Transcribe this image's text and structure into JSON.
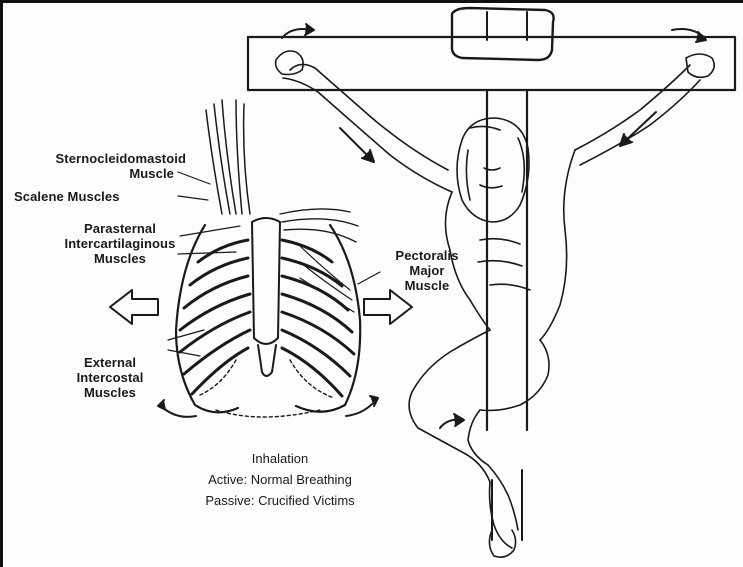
{
  "labels": {
    "sternocleidomastoid_line1": "Sternocleidomastoid",
    "sternocleidomastoid_line2": "Muscle",
    "scalene": "Scalene Muscles",
    "parasternal_line1": "Parasternal",
    "parasternal_line2": "Intercartilaginous",
    "parasternal_line3": "Muscles",
    "pectoralis_line1": "Pectoralis",
    "pectoralis_line2": "Major",
    "pectoralis_line3": "Muscle",
    "external_line1": "External",
    "external_line2": "Intercostal",
    "external_line3": "Muscles"
  },
  "caption": {
    "title": "Inhalation",
    "active": "Active: Normal Breathing",
    "passive": "Passive: Crucified Victims"
  },
  "colors": {
    "ink": "#1a1a1a",
    "paper": "#fdfdfb"
  },
  "icons": {
    "expansion_arrows": "hollow-arrow-left, hollow-arrow-right",
    "rotation_arrows": "curved-arrow"
  }
}
